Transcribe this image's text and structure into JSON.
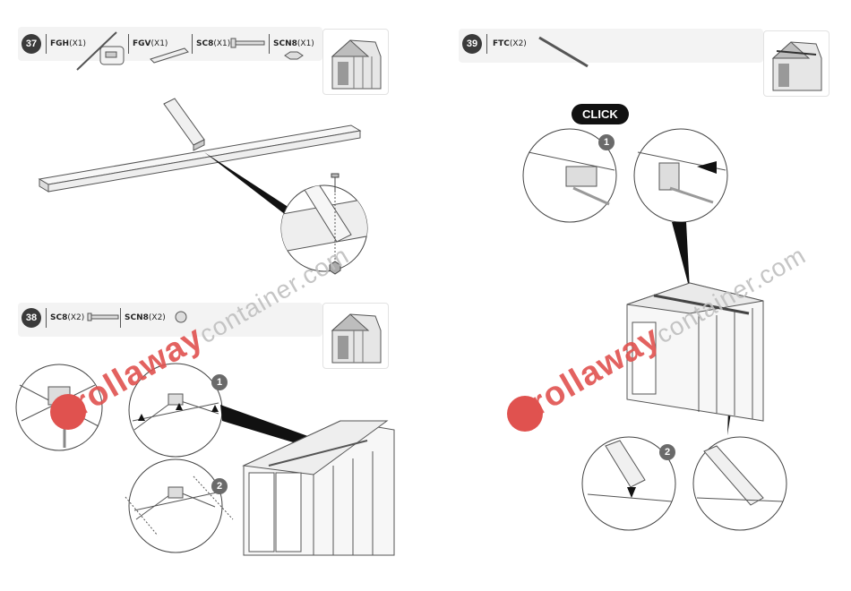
{
  "steps": [
    {
      "number": "37",
      "parts": [
        {
          "code": "FGH",
          "qty": "(X1)"
        },
        {
          "code": "FGV",
          "qty": "(X1)"
        },
        {
          "code": "SC8",
          "qty": "(X1)"
        },
        {
          "code": "SCN8",
          "qty": "(X1)"
        }
      ]
    },
    {
      "number": "38",
      "parts": [
        {
          "code": "SC8",
          "qty": "(X2)"
        },
        {
          "code": "SCN8",
          "qty": "(X2)"
        }
      ]
    },
    {
      "number": "39",
      "parts": [
        {
          "code": "FTC",
          "qty": "(X2)"
        }
      ]
    }
  ],
  "callouts": {
    "click_label": "CLICK",
    "one": "1",
    "two": "2"
  },
  "watermark": {
    "brand": "rollaway",
    "suffix": "container.com"
  },
  "colors": {
    "accent": "#e0524f",
    "step_badge": "#3a3a3a"
  }
}
